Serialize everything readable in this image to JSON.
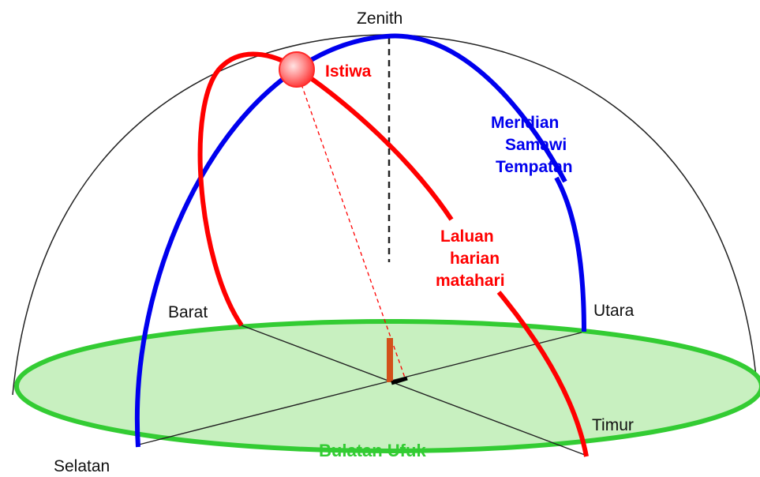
{
  "labels": {
    "zenith": "Zenith",
    "istiwa": "Istiwa",
    "meridian_line1": "Meridian",
    "meridian_line2": "Samawi",
    "meridian_line3": "Tempatan",
    "path_line1": "Laluan",
    "path_line2": "harian",
    "path_line3": "matahari",
    "west": "Barat",
    "north": "Utara",
    "east": "Timur",
    "south": "Selatan",
    "horizon": "Bulatan Ufuk"
  },
  "colors": {
    "sun_path": "#ff0000",
    "meridian": "#0000ee",
    "horizon_stroke": "#33cc33",
    "horizon_fill": "#c8f0c0",
    "pole": "#d2511b",
    "sun_fill": "#ff8888",
    "text": "#111111"
  }
}
